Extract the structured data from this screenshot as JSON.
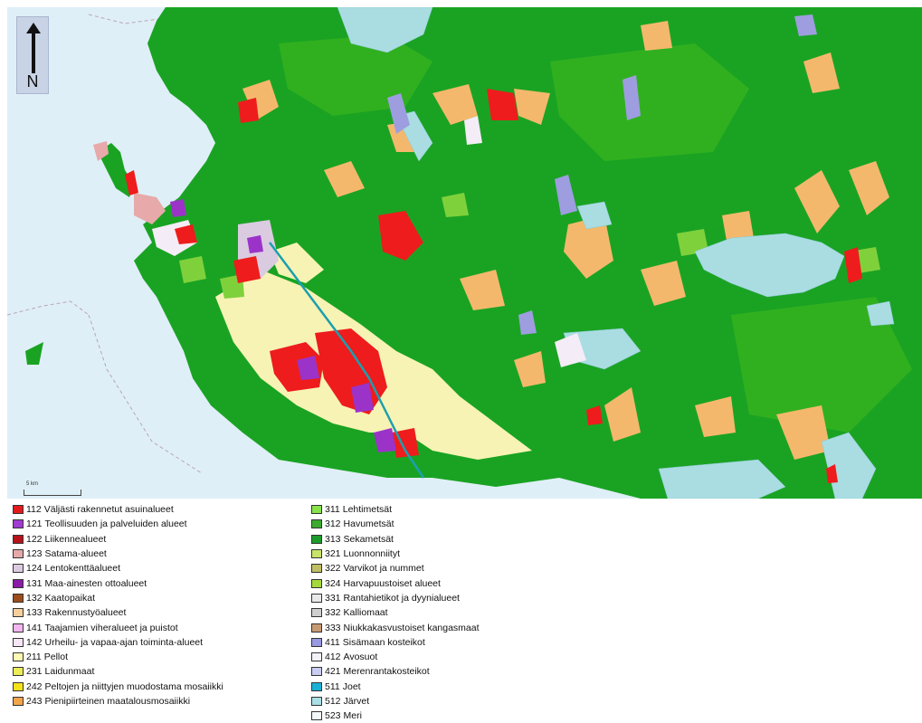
{
  "map": {
    "north_label": "N",
    "scale_label": "5 km",
    "colors": {
      "water": "#a9dde2",
      "sea": "#dfeff7",
      "mixed_forest": "#1aa323",
      "coniferous_forest": "#31b01f",
      "broadleaf": "#7fd13c",
      "agri_mosaic": "#f4b86c",
      "fields": "#f7f3b4",
      "urban": "#ee1c1c",
      "industry": "#9b33c9",
      "inland_marsh": "#9e9de0",
      "peat_bog": "#f4ecf6",
      "harbour": "#e7a9a9",
      "airport": "#dacbe0",
      "river": "#1c9fb0"
    }
  },
  "legend": {
    "left": [
      {
        "code": "112",
        "label": "Väljästi rakennetut asuinalueet",
        "color": "#e31a1c"
      },
      {
        "code": "121",
        "label": "Teollisuuden ja palveluiden alueet",
        "color": "#a23bd1"
      },
      {
        "code": "122",
        "label": "Liikennealueet",
        "color": "#b5121b"
      },
      {
        "code": "123",
        "label": "Satama-alueet",
        "color": "#e5a9a9"
      },
      {
        "code": "124",
        "label": "Lentokenttäalueet",
        "color": "#dccbe0"
      },
      {
        "code": "131",
        "label": "Maa-ainesten ottoalueet",
        "color": "#8a1ca8"
      },
      {
        "code": "132",
        "label": "Kaatopaikat",
        "color": "#9b4c1c"
      },
      {
        "code": "133",
        "label": "Rakennustyöalueet",
        "color": "#f6cf9c"
      },
      {
        "code": "141",
        "label": "Taajamien viheralueet ja puistot",
        "color": "#f3b6f0"
      },
      {
        "code": "142",
        "label": "Urheilu- ja vapaa-ajan toiminta-alueet",
        "color": "#f7e6f5"
      },
      {
        "code": "211",
        "label": "Pellot",
        "color": "#fbf9b3"
      },
      {
        "code": "231",
        "label": "Laidunmaat",
        "color": "#ecec58"
      },
      {
        "code": "242",
        "label": "Peltojen ja niittyjen muodostama mosaiikki",
        "color": "#f5e31a"
      },
      {
        "code": "243",
        "label": "Pienipiirteinen maatalousmosaiikki",
        "color": "#f2a54a"
      }
    ],
    "right": [
      {
        "code": "311",
        "label": "Lehtimetsät",
        "color": "#86e34a"
      },
      {
        "code": "312",
        "label": "Havumetsät",
        "color": "#3caa2f"
      },
      {
        "code": "313",
        "label": "Sekametsät",
        "color": "#1d9c2a"
      },
      {
        "code": "321",
        "label": "Luonnonniityt",
        "color": "#c8e366"
      },
      {
        "code": "322",
        "label": "Varvikot ja nummet",
        "color": "#c0bf64"
      },
      {
        "code": "324",
        "label": "Harvapuustoiset alueet",
        "color": "#a4d93c"
      },
      {
        "code": "331",
        "label": "Rantahietikot ja dyynialueet",
        "color": "#e9e9e9"
      },
      {
        "code": "332",
        "label": "Kalliomaat",
        "color": "#cfcfcf"
      },
      {
        "code": "333",
        "label": "Niukkakasvustoiset kangasmaat",
        "color": "#c79b72"
      },
      {
        "code": "411",
        "label": "Sisämaan kosteikot",
        "color": "#9899e0"
      },
      {
        "code": "412",
        "label": "Avosuot",
        "color": "#f2f2f7"
      },
      {
        "code": "421",
        "label": "Merenrantakosteikot",
        "color": "#c9cdf2"
      },
      {
        "code": "511",
        "label": "Joet",
        "color": "#1ab0d6"
      },
      {
        "code": "512",
        "label": "Järvet",
        "color": "#a9e0e6"
      },
      {
        "code": "523",
        "label": "Meri",
        "color": "#f3f8fb"
      }
    ]
  }
}
